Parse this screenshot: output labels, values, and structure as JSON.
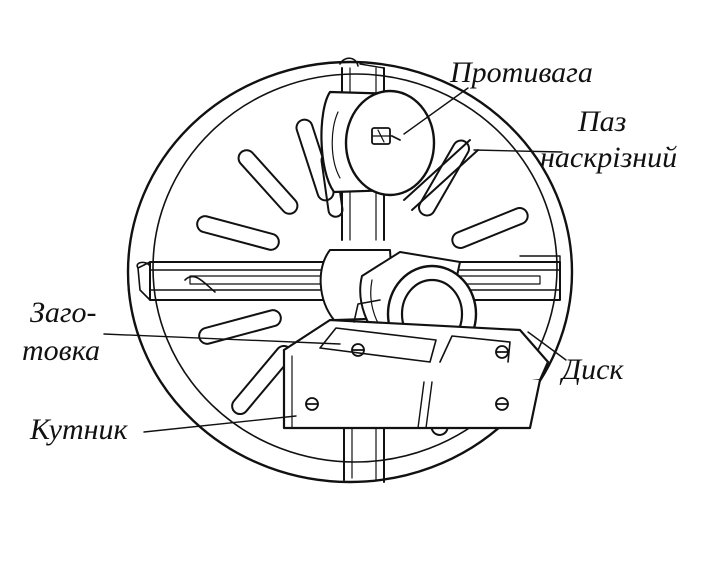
{
  "labels": {
    "counterweight": "Противага",
    "slot_line1": "Паз",
    "slot_line2": "наскрізний",
    "workpiece_line1": "Заго-",
    "workpiece_line2": "товка",
    "disk": "Диск",
    "angle_bracket": "Кутник"
  },
  "colors": {
    "ink": "#111111",
    "paper": "#ffffff"
  }
}
